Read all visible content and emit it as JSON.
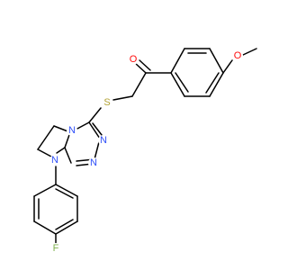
{
  "molecule": {
    "atom_labels": {
      "oxygen_ketone": "O",
      "oxygen_methoxy": "O",
      "sulfur": "S",
      "nitrogen_triazole_right": "N",
      "nitrogen_triazole_bottom": "N",
      "nitrogen_bridge": "N",
      "nitrogen_imidazoline": "N",
      "fluorine": "F"
    },
    "colors": {
      "oxygen": "#ff0d0d",
      "sulfur": "#b2a235",
      "nitrogen": "#3050f8",
      "fluorine": "#7fb04e",
      "bond": "#000000"
    }
  }
}
